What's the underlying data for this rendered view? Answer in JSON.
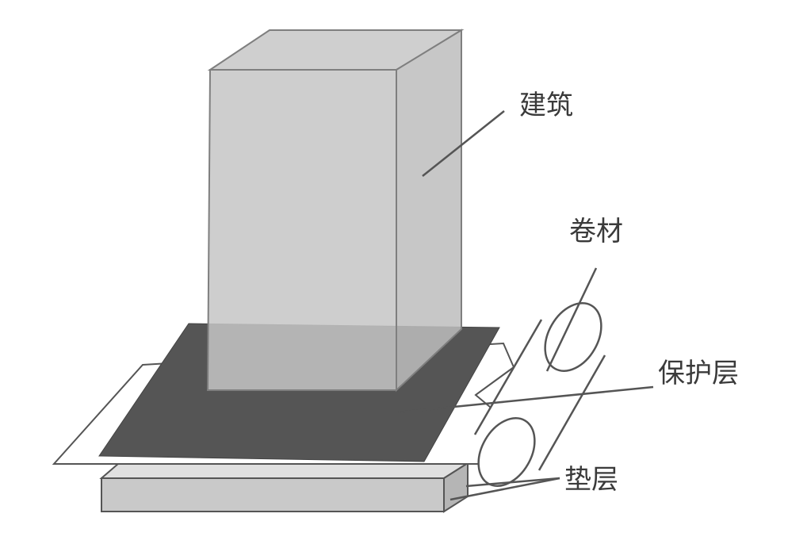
{
  "labels": {
    "building": "建筑",
    "membrane": "卷材",
    "protective_layer": "保护层",
    "cushion_layer": "垫层"
  },
  "colors": {
    "building_fill": "#c6c6c6",
    "building_side": "#bdbdbd",
    "building_stroke": "#7f7f7f",
    "protective_layer_fill": "#555555",
    "membrane_fill": "#ffffff",
    "membrane_stroke": "#555555",
    "cushion_fill": "#c9c9c9",
    "leader_line": "#555555"
  }
}
